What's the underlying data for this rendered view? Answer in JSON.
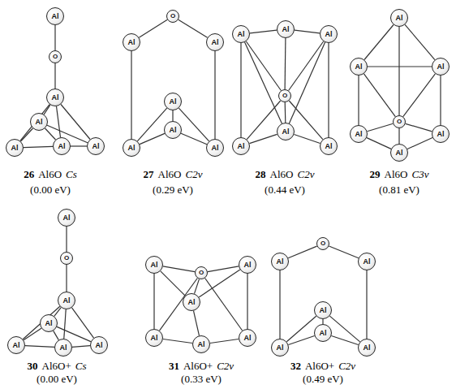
{
  "diagram": {
    "nodes": [
      {
        "text": [
          "Al"
        ]
      },
      {
        "text": [
          "O"
        ]
      },
      {
        "text": [
          "Al"
        ]
      },
      {
        "text": [
          "Al"
        ]
      },
      {
        "text": [
          "Al"
        ]
      },
      {
        "text": [
          "Al"
        ]
      },
      {
        "text": [
          "Al"
        ]
      },
      {
        "text": [
          "O"
        ]
      },
      {
        "text": [
          "Al"
        ]
      },
      {
        "text": [
          "Al"
        ]
      },
      {
        "text": [
          "Al"
        ]
      },
      {
        "text": [
          "Al"
        ]
      },
      {
        "text": [
          "Al"
        ]
      },
      {
        "text": [
          "Al"
        ]
      },
      {
        "text": [
          "Al"
        ]
      },
      {
        "text": [
          "Al"
        ]
      },
      {
        "text": [
          "Al"
        ]
      },
      {
        "text": [
          "O"
        ]
      },
      {
        "text": [
          "Al"
        ]
      },
      {
        "text": [
          "Al"
        ]
      },
      {
        "text": [
          "Al"
        ]
      },
      {
        "text": [
          "Al"
        ]
      },
      {
        "text": [
          "Al"
        ]
      },
      {
        "text": [
          "Al"
        ]
      },
      {
        "text": [
          "O"
        ]
      },
      {
        "text": [
          "Al"
        ]
      },
      {
        "text": [
          "Al"
        ]
      },
      {
        "text": [
          "Al"
        ]
      },
      {
        "text": [
          "Al"
        ]
      },
      {
        "text": [
          "O"
        ]
      },
      {
        "text": [
          "Al"
        ]
      },
      {
        "text": [
          "Al"
        ]
      },
      {
        "text": [
          "Al"
        ]
      },
      {
        "text": [
          "Al"
        ]
      },
      {
        "text": [
          "Al"
        ]
      },
      {
        "text": [
          "Al"
        ]
      },
      {
        "text": [
          "O"
        ]
      },
      {
        "text": [
          "Al"
        ]
      },
      {
        "text": [
          "Al"
        ]
      },
      {
        "text": [
          "Al"
        ]
      },
      {
        "text": [
          "Al"
        ]
      },
      {
        "text": [
          "Al"
        ]
      },
      {
        "text": [
          "O"
        ]
      },
      {
        "text": [
          "Al"
        ]
      },
      {
        "text": [
          "Al"
        ]
      },
      {
        "text": [
          "Al"
        ]
      },
      {
        "text": [
          "Al"
        ]
      },
      {
        "text": [
          "Al"
        ]
      },
      {
        "text": [
          "Al"
        ]
      }
    ],
    "edges": [
      {
        "from": 0,
        "to": 1,
        "arrow": "none"
      },
      {
        "from": 1,
        "to": 2,
        "arrow": "none"
      },
      {
        "from": 2,
        "to": 3,
        "arrow": "none"
      },
      {
        "from": 2,
        "to": 4,
        "arrow": "none"
      },
      {
        "from": 2,
        "to": 5,
        "arrow": "none"
      },
      {
        "from": 2,
        "to": 6,
        "arrow": "none"
      },
      {
        "from": 3,
        "to": 4,
        "arrow": "none"
      },
      {
        "from": 3,
        "to": 6,
        "arrow": "none"
      },
      {
        "from": 4,
        "to": 5,
        "arrow": "none"
      },
      {
        "from": 5,
        "to": 6,
        "arrow": "none"
      },
      {
        "from": 3,
        "to": 5,
        "arrow": "none"
      },
      {
        "from": 7,
        "to": 8,
        "arrow": "none"
      },
      {
        "from": 7,
        "to": 9,
        "arrow": "none"
      },
      {
        "from": 8,
        "to": 12,
        "arrow": "none"
      },
      {
        "from": 9,
        "to": 13,
        "arrow": "none"
      },
      {
        "from": 12,
        "to": 11,
        "arrow": "none"
      },
      {
        "from": 13,
        "to": 11,
        "arrow": "none"
      },
      {
        "from": 12,
        "to": 10,
        "arrow": "none"
      },
      {
        "from": 13,
        "to": 10,
        "arrow": "none"
      },
      {
        "from": 10,
        "to": 11,
        "arrow": "none"
      },
      {
        "from": 14,
        "to": 15,
        "arrow": "none"
      },
      {
        "from": 15,
        "to": 16,
        "arrow": "none"
      },
      {
        "from": 14,
        "to": 18,
        "arrow": "none"
      },
      {
        "from": 16,
        "to": 20,
        "arrow": "none"
      },
      {
        "from": 18,
        "to": 19,
        "arrow": "none"
      },
      {
        "from": 19,
        "to": 20,
        "arrow": "none"
      },
      {
        "from": 14,
        "to": 17,
        "arrow": "none"
      },
      {
        "from": 16,
        "to": 17,
        "arrow": "none"
      },
      {
        "from": 18,
        "to": 17,
        "arrow": "none"
      },
      {
        "from": 20,
        "to": 17,
        "arrow": "none"
      },
      {
        "from": 15,
        "to": 17,
        "arrow": "none"
      },
      {
        "from": 19,
        "to": 17,
        "arrow": "none"
      },
      {
        "from": 14,
        "to": 19,
        "arrow": "none"
      },
      {
        "from": 16,
        "to": 19,
        "arrow": "none"
      },
      {
        "from": 21,
        "to": 22,
        "arrow": "none"
      },
      {
        "from": 21,
        "to": 23,
        "arrow": "none"
      },
      {
        "from": 22,
        "to": 23,
        "arrow": "none"
      },
      {
        "from": 22,
        "to": 25,
        "arrow": "none"
      },
      {
        "from": 23,
        "to": 26,
        "arrow": "none"
      },
      {
        "from": 25,
        "to": 27,
        "arrow": "none"
      },
      {
        "from": 26,
        "to": 27,
        "arrow": "none"
      },
      {
        "from": 22,
        "to": 24,
        "arrow": "none"
      },
      {
        "from": 23,
        "to": 24,
        "arrow": "none"
      },
      {
        "from": 25,
        "to": 24,
        "arrow": "none"
      },
      {
        "from": 26,
        "to": 24,
        "arrow": "none"
      },
      {
        "from": 27,
        "to": 24,
        "arrow": "none"
      },
      {
        "from": 21,
        "to": 24,
        "arrow": "none"
      },
      {
        "from": 28,
        "to": 29,
        "arrow": "none"
      },
      {
        "from": 29,
        "to": 30,
        "arrow": "none"
      },
      {
        "from": 30,
        "to": 31,
        "arrow": "none"
      },
      {
        "from": 30,
        "to": 32,
        "arrow": "none"
      },
      {
        "from": 30,
        "to": 33,
        "arrow": "none"
      },
      {
        "from": 30,
        "to": 34,
        "arrow": "none"
      },
      {
        "from": 31,
        "to": 32,
        "arrow": "none"
      },
      {
        "from": 31,
        "to": 34,
        "arrow": "none"
      },
      {
        "from": 32,
        "to": 33,
        "arrow": "none"
      },
      {
        "from": 33,
        "to": 34,
        "arrow": "none"
      },
      {
        "from": 31,
        "to": 33,
        "arrow": "none"
      },
      {
        "from": 36,
        "to": 35,
        "arrow": "none"
      },
      {
        "from": 36,
        "to": 37,
        "arrow": "none"
      },
      {
        "from": 36,
        "to": 38,
        "arrow": "none"
      },
      {
        "from": 36,
        "to": 39,
        "arrow": "none"
      },
      {
        "from": 36,
        "to": 41,
        "arrow": "none"
      },
      {
        "from": 35,
        "to": 39,
        "arrow": "none"
      },
      {
        "from": 37,
        "to": 41,
        "arrow": "none"
      },
      {
        "from": 39,
        "to": 40,
        "arrow": "none"
      },
      {
        "from": 40,
        "to": 41,
        "arrow": "none"
      },
      {
        "from": 38,
        "to": 40,
        "arrow": "none"
      },
      {
        "from": 35,
        "to": 38,
        "arrow": "none"
      },
      {
        "from": 37,
        "to": 38,
        "arrow": "none"
      },
      {
        "from": 42,
        "to": 43,
        "arrow": "none"
      },
      {
        "from": 42,
        "to": 44,
        "arrow": "none"
      },
      {
        "from": 43,
        "to": 47,
        "arrow": "none"
      },
      {
        "from": 44,
        "to": 48,
        "arrow": "none"
      },
      {
        "from": 47,
        "to": 46,
        "arrow": "none"
      },
      {
        "from": 48,
        "to": 46,
        "arrow": "none"
      },
      {
        "from": 47,
        "to": 45,
        "arrow": "none"
      },
      {
        "from": 48,
        "to": 45,
        "arrow": "none"
      },
      {
        "from": 45,
        "to": 46,
        "arrow": "none"
      }
    ],
    "labels": [
      "26",
      "Al6O",
      "Cs",
      "(0.00 eV)",
      "27",
      "Al6O",
      "C2v",
      "(0.29 eV)",
      "28",
      "Al6O",
      "C2v",
      "(0.44 eV)",
      "29",
      "Al6O",
      "C3v",
      "(0.81 eV)",
      "30",
      "Al6O+",
      "Cs",
      "(0.00 eV)",
      "31",
      "Al6O+",
      "C2v",
      "(0.33 eV)",
      "32",
      "Al6O+",
      "C2v",
      "(0.49 eV)"
    ]
  }
}
